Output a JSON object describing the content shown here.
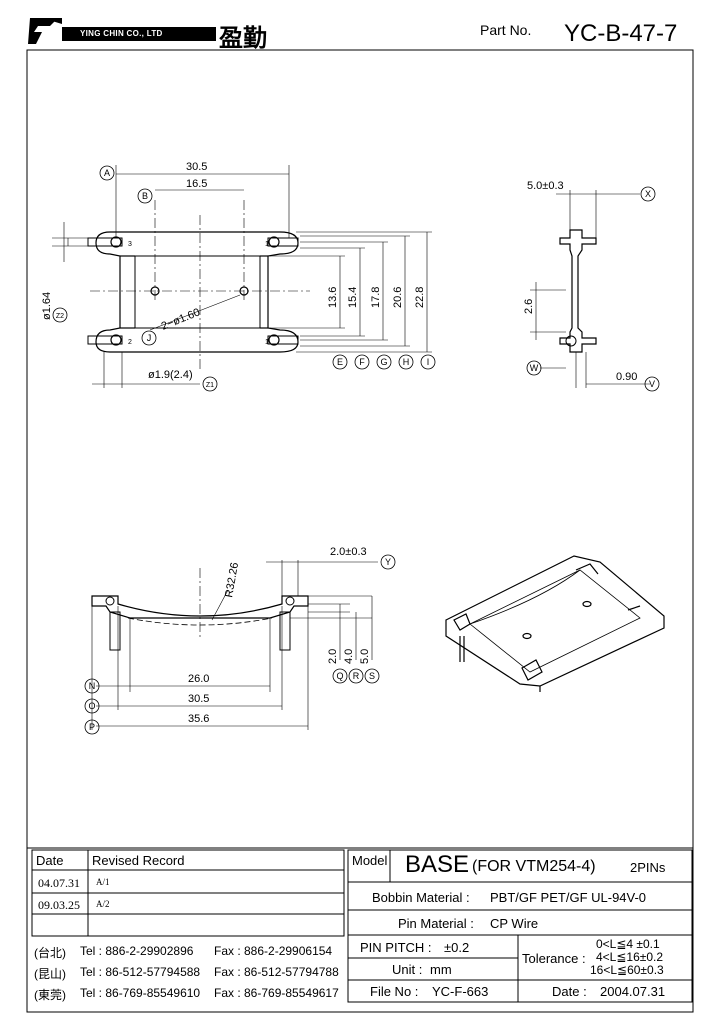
{
  "header": {
    "company_en": "YING CHIN CO., LTD",
    "company_cn": "盈勤",
    "part_no_label": "Part No.",
    "part_no": "YC-B-47-7"
  },
  "drawing": {
    "top_view": {
      "dim_width_outer": "30.5",
      "dim_width_inner": "16.5",
      "dims_vertical": [
        "13.6",
        "15.4",
        "17.8",
        "20.6",
        "22.8"
      ],
      "dim_pin_dia": "ø1.64",
      "dim_holes": "2−ø1.60",
      "dim_pin_hole": "ø1.9(2.4)",
      "pin_numbers": [
        "3",
        "2",
        "1",
        "1"
      ],
      "markers": [
        "A",
        "B",
        "J",
        "Z1",
        "Z2",
        "E",
        "F",
        "G",
        "H",
        "I"
      ]
    },
    "side_view": {
      "dim_top": "5.0±0.3",
      "dim_mid": "2.6",
      "dim_bottom": "0.90",
      "markers": [
        "X",
        "W",
        "V"
      ]
    },
    "front_view": {
      "dim_radius": "R32.26",
      "dim_top": "2.0±0.3",
      "dims_vertical": [
        "2.0",
        "4.0",
        "5.0"
      ],
      "dims_horizontal": [
        "26.0",
        "30.5",
        "35.6"
      ],
      "markers": [
        "Y",
        "Q",
        "R",
        "S",
        "N",
        "O",
        "P"
      ]
    }
  },
  "revision_table": {
    "headers": [
      "Date",
      "Revised  Record"
    ],
    "rows": [
      {
        "date": "04.07.31",
        "record": "A/1"
      },
      {
        "date": "09.03.25",
        "record": "A/2"
      },
      {
        "date": "",
        "record": ""
      }
    ]
  },
  "contacts": [
    {
      "office": "(台北)",
      "tel": "Tel : 886-2-29902896",
      "fax": "Fax : 886-2-29906154"
    },
    {
      "office": "(昆山)",
      "tel": "Tel : 86-512-57794588",
      "fax": "Fax : 86-512-57794788"
    },
    {
      "office": "(東莞)",
      "tel": "Tel : 86-769-85549610",
      "fax": "Fax : 86-769-85549617"
    }
  ],
  "title_block": {
    "model_label": "Model",
    "model_name": "BASE",
    "model_suffix": "(FOR VTM254-4)",
    "pins": "2PINs",
    "bobbin_label": "Bobbin  Material :",
    "bobbin_value": "PBT/GF PET/GF UL-94V-0",
    "pin_label": "Pin  Material :",
    "pin_value": "CP Wire",
    "pitch_label": "PIN  PITCH :",
    "pitch_value": "±0.2",
    "unit_label": "Unit :",
    "unit_value": "mm",
    "file_label": "File  No :",
    "file_value": "YC-F-663",
    "tolerance_label": "Tolerance :",
    "tolerance_rows": [
      "0<L≦4  ±0.1",
      "4<L≦16±0.2",
      "16<L≦60±0.3"
    ],
    "date_label": "Date :",
    "date_value": "2004.07.31"
  }
}
